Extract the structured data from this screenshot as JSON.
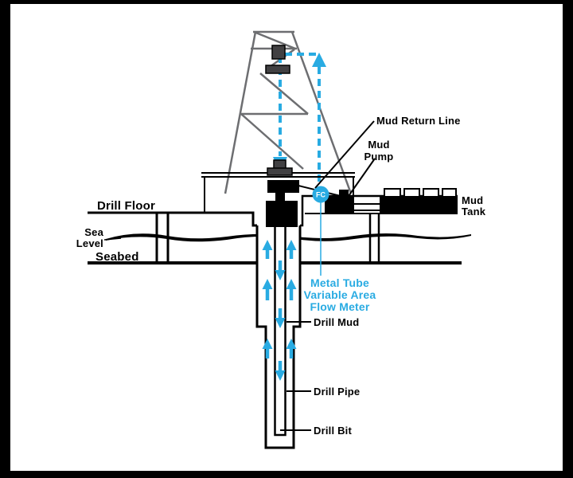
{
  "labels": {
    "drill_floor": "Drill Floor",
    "sea_level_line1": "Sea",
    "sea_level_line2": "Level",
    "seabed": "Seabed",
    "mud_return_line": "Mud Return Line",
    "mud_pump_line1": "Mud",
    "mud_pump_line2": "Pump",
    "mud_tank_line1": "Mud",
    "mud_tank_line2": "Tank",
    "flow_meter_line1": "Metal Tube",
    "flow_meter_line2": "Variable Area",
    "flow_meter_line3": "Flow Meter",
    "drill_mud": "Drill Mud",
    "drill_pipe": "Drill Pipe",
    "drill_bit": "Drill Bit",
    "fc_badge": "FC"
  },
  "colors": {
    "accent_cyan": "#29ABE2",
    "structure_gray": "#6D6E71",
    "block_gray": "#414042",
    "ink": "#000000"
  }
}
